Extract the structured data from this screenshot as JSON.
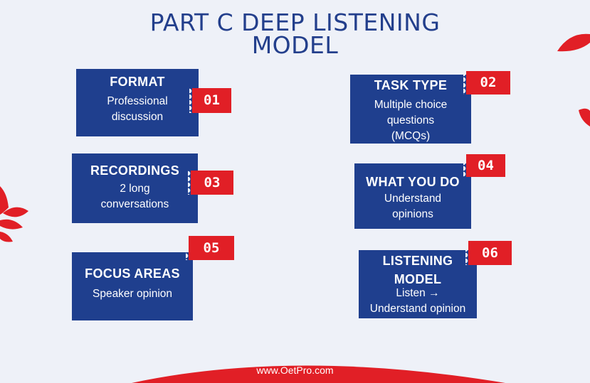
{
  "title": {
    "line1": "PART C DEEP LISTENING",
    "line2": "MODEL"
  },
  "cards": [
    {
      "heading": "FORMAT",
      "lines": [
        "Professional",
        "discussion"
      ],
      "number": "01"
    },
    {
      "heading": "TASK TYPE",
      "lines": [
        "Multiple choice",
        "questions",
        "(MCQs)"
      ],
      "number": "02"
    },
    {
      "heading": "RECORDINGS",
      "lines": [
        "2 long",
        "conversations"
      ],
      "number": "03"
    },
    {
      "heading": "WHAT YOU DO",
      "lines": [
        "Understand",
        "opinions"
      ],
      "number": "04"
    },
    {
      "heading": "FOCUS AREAS",
      "lines": [
        "Speaker opinion"
      ],
      "number": "05"
    },
    {
      "heading_lines": [
        "LISTENING",
        "MODEL"
      ],
      "lines": [
        "Listen →",
        "Understand opinion"
      ],
      "number": "06"
    }
  ],
  "footer": {
    "website": "www.OetPro.com"
  },
  "colors": {
    "background": "#eef1f8",
    "card": "#1f3f8e",
    "accent": "#e11f26",
    "title": "#233f8c"
  }
}
